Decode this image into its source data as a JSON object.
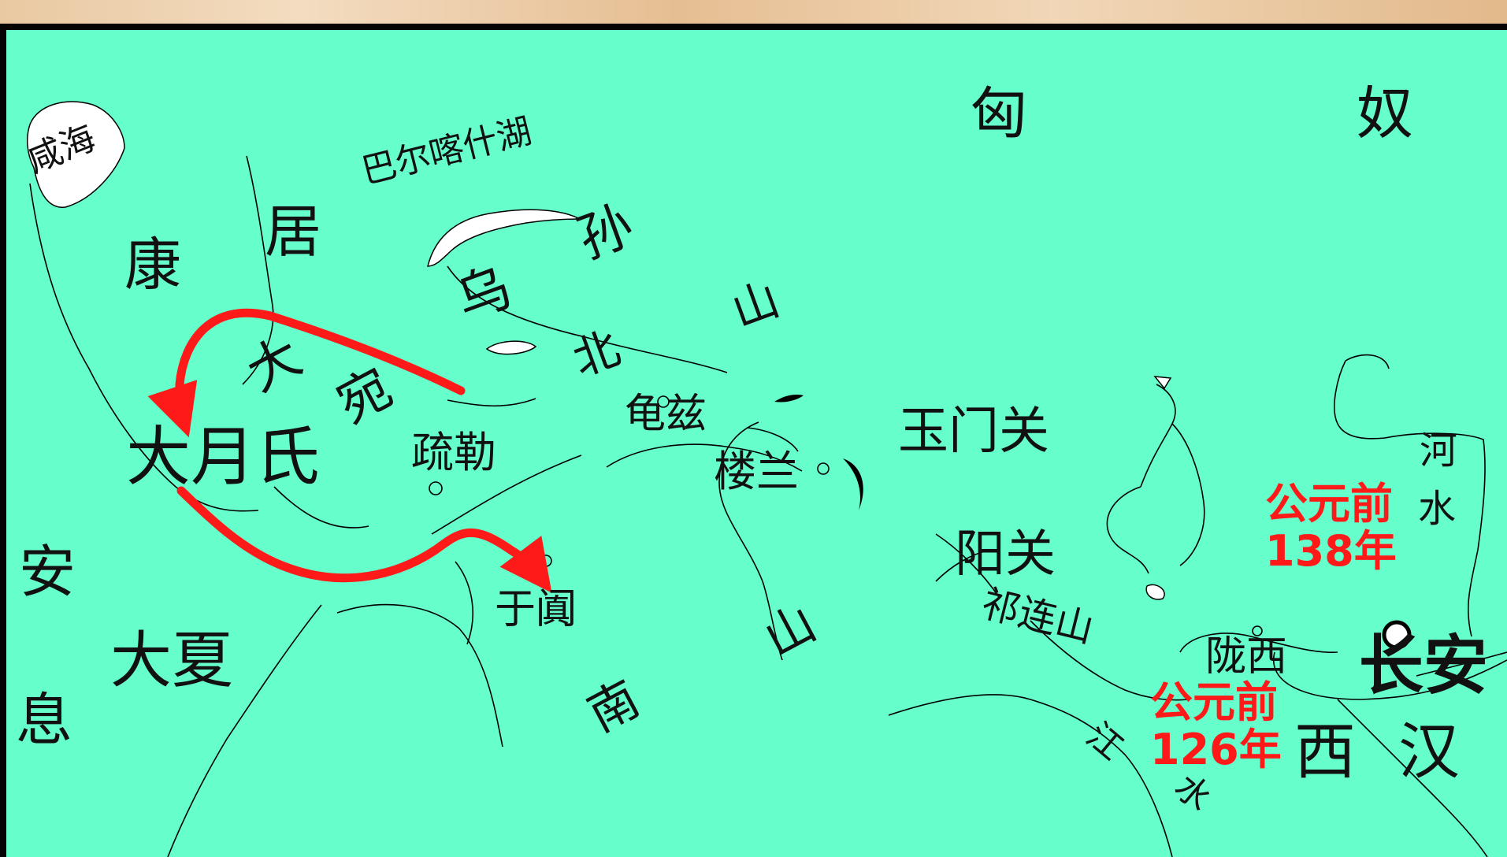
{
  "map": {
    "colors": {
      "land": "#66ffcc",
      "lake": "#ffffff",
      "line": "#000000",
      "route": "#ff1a1a",
      "frame": "#050505"
    },
    "labels": {
      "xiongnu_1": "匈",
      "xiongnu_2": "奴",
      "xianhai": "咸海",
      "balkhash": "巴尔喀什湖",
      "kangju_1": "康",
      "kangju_2": "居",
      "wusun_1": "乌",
      "wusun_2": "孙",
      "tianshan_north_1": "北",
      "tianshan_north_2": "山",
      "dayuan_1": "大",
      "dayuan_2": "宛",
      "dayuezhi": "大月氏",
      "shule": "疏勒",
      "qiuci": "龟兹",
      "loulan": "楼兰",
      "yumenguan": "玉门关",
      "yangguan": "阳关",
      "qilianshan": "祁连山",
      "yutian": "于阗",
      "anxi_1": "安",
      "anxi_2": "息",
      "daxia": "大夏",
      "nanshan_1": "南",
      "nanshan_2": "山",
      "longxi": "陇西",
      "changan": "长安",
      "xihan_1": "西",
      "xihan_2": "汉",
      "heshui_1": "河",
      "heshui_2": "水",
      "jiangshui_1": "江",
      "jiangshui_2": "水"
    },
    "annotations": {
      "date_138_a": "公元前",
      "date_138_b": "138年",
      "date_126_a": "公元前",
      "date_126_b": "126年"
    }
  }
}
